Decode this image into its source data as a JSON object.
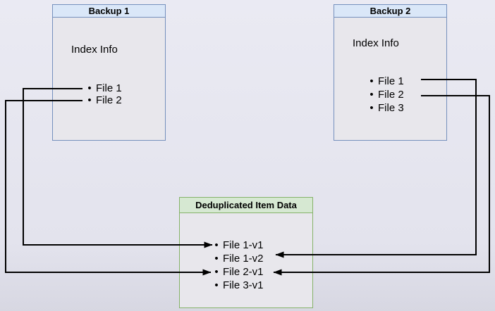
{
  "colors": {
    "bg_top": "#eaeaf3",
    "bg_mid": "#e3e3ed",
    "bg_bottom": "#d7d7e2",
    "box_body_fill": "#e8e7ec",
    "blue_box_border": "#7590bd",
    "blue_box_header_fill": "#dae7f8",
    "green_box_border": "#85b269",
    "green_box_header_fill": "#d6e8d2",
    "connector_color": "#000000"
  },
  "glyphs": {
    "bullet": "•"
  },
  "backup1": {
    "title": "Backup 1",
    "subtitle": "Index Info",
    "items": [
      "File 1",
      "File 2"
    ]
  },
  "backup2": {
    "title": "Backup 2",
    "subtitle": "Index Info",
    "items": [
      "File 1",
      "File 2",
      "File 3"
    ]
  },
  "dedup": {
    "title": "Deduplicated Item Data",
    "items": [
      "File 1-v1",
      "File 1-v2",
      "File 2-v1",
      "File 3-v1"
    ]
  },
  "connections": [
    {
      "from": "Backup 1 / File 1",
      "to": "File 1-v1"
    },
    {
      "from": "Backup 1 / File 2",
      "to": "File 2-v1"
    },
    {
      "from": "Backup 2 / File 1",
      "to": "File 1-v2"
    },
    {
      "from": "Backup 2 / File 2",
      "to": "File 2-v1"
    }
  ]
}
